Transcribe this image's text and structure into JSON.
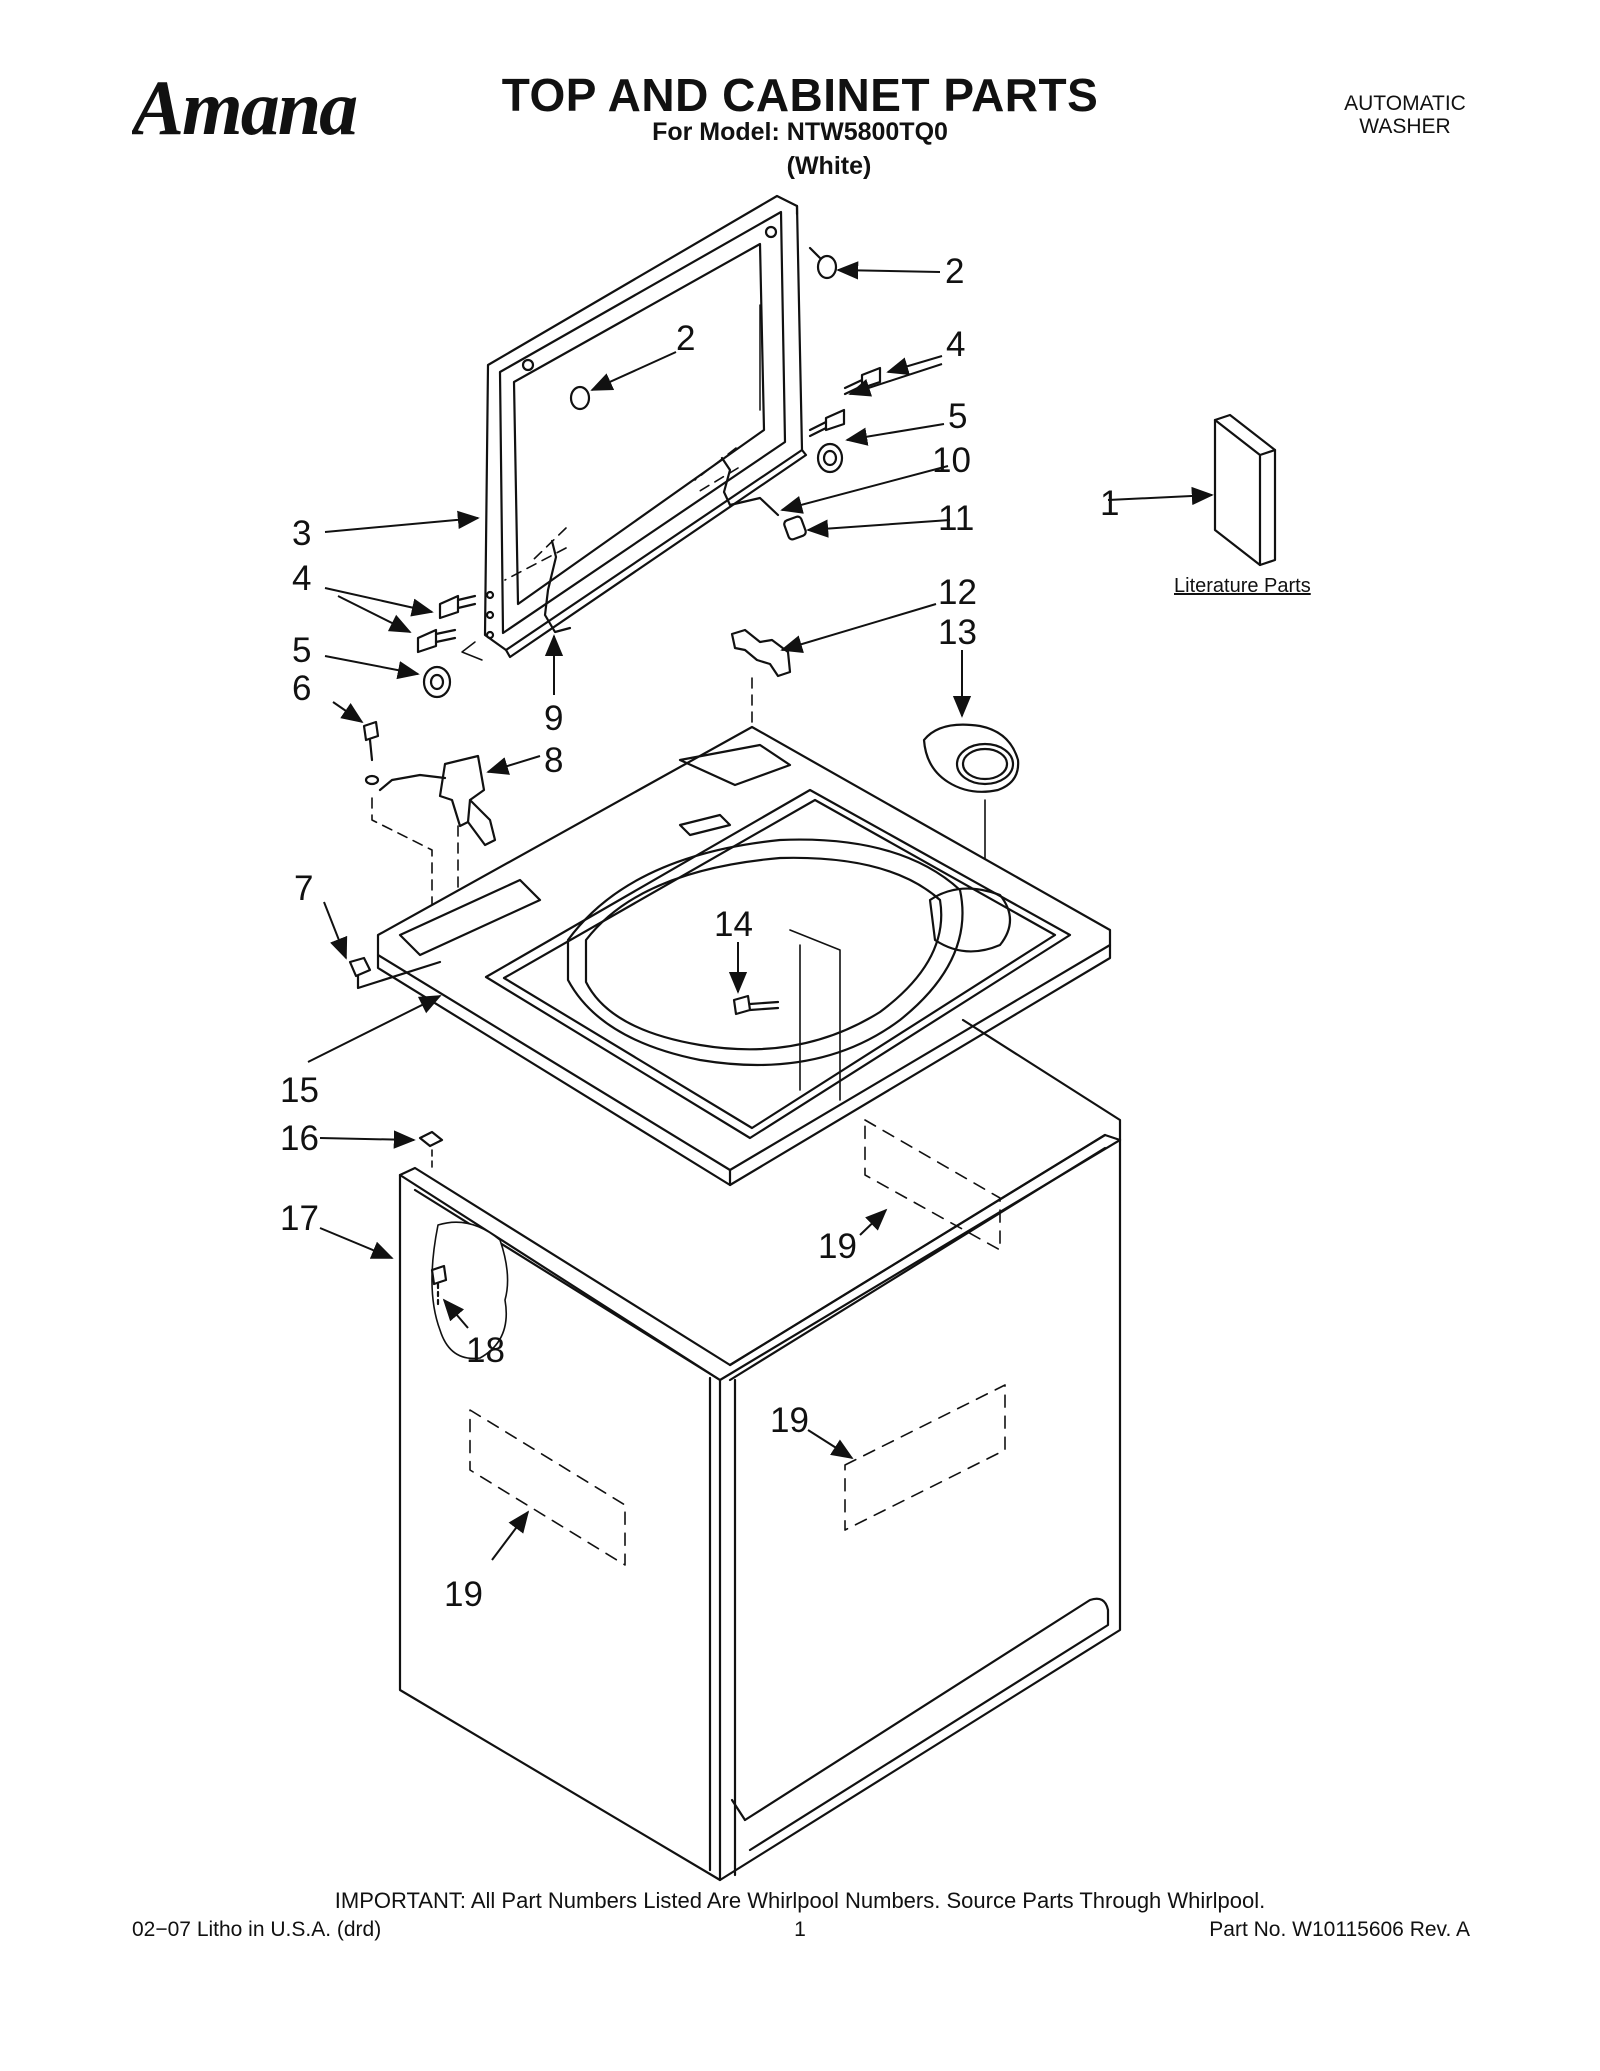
{
  "header": {
    "brand": "Amana",
    "title": "TOP AND CABINET PARTS",
    "model_line": "For Model: NTW5800TQ0",
    "color_line": "(White)",
    "product_line1": "AUTOMATIC",
    "product_line2": "WASHER"
  },
  "literature_label": "Literature Parts",
  "callouts": {
    "c1": "1",
    "c2a": "2",
    "c2b": "2",
    "c3": "3",
    "c4a": "4",
    "c4b": "4",
    "c5a": "5",
    "c5b": "5",
    "c6": "6",
    "c7": "7",
    "c8": "8",
    "c9": "9",
    "c10": "10",
    "c11": "11",
    "c12": "12",
    "c13": "13",
    "c14": "14",
    "c15": "15",
    "c16": "16",
    "c17": "17",
    "c18": "18",
    "c19a": "19",
    "c19b": "19",
    "c19c": "19"
  },
  "footer": {
    "important": "IMPORTANT: All Part Numbers Listed Are Whirlpool Numbers. Source Parts Through Whirlpool.",
    "litho": "02−07 Litho in U.S.A. (drd)",
    "page": "1",
    "part_no": "Part No. W10115606 Rev. A"
  }
}
